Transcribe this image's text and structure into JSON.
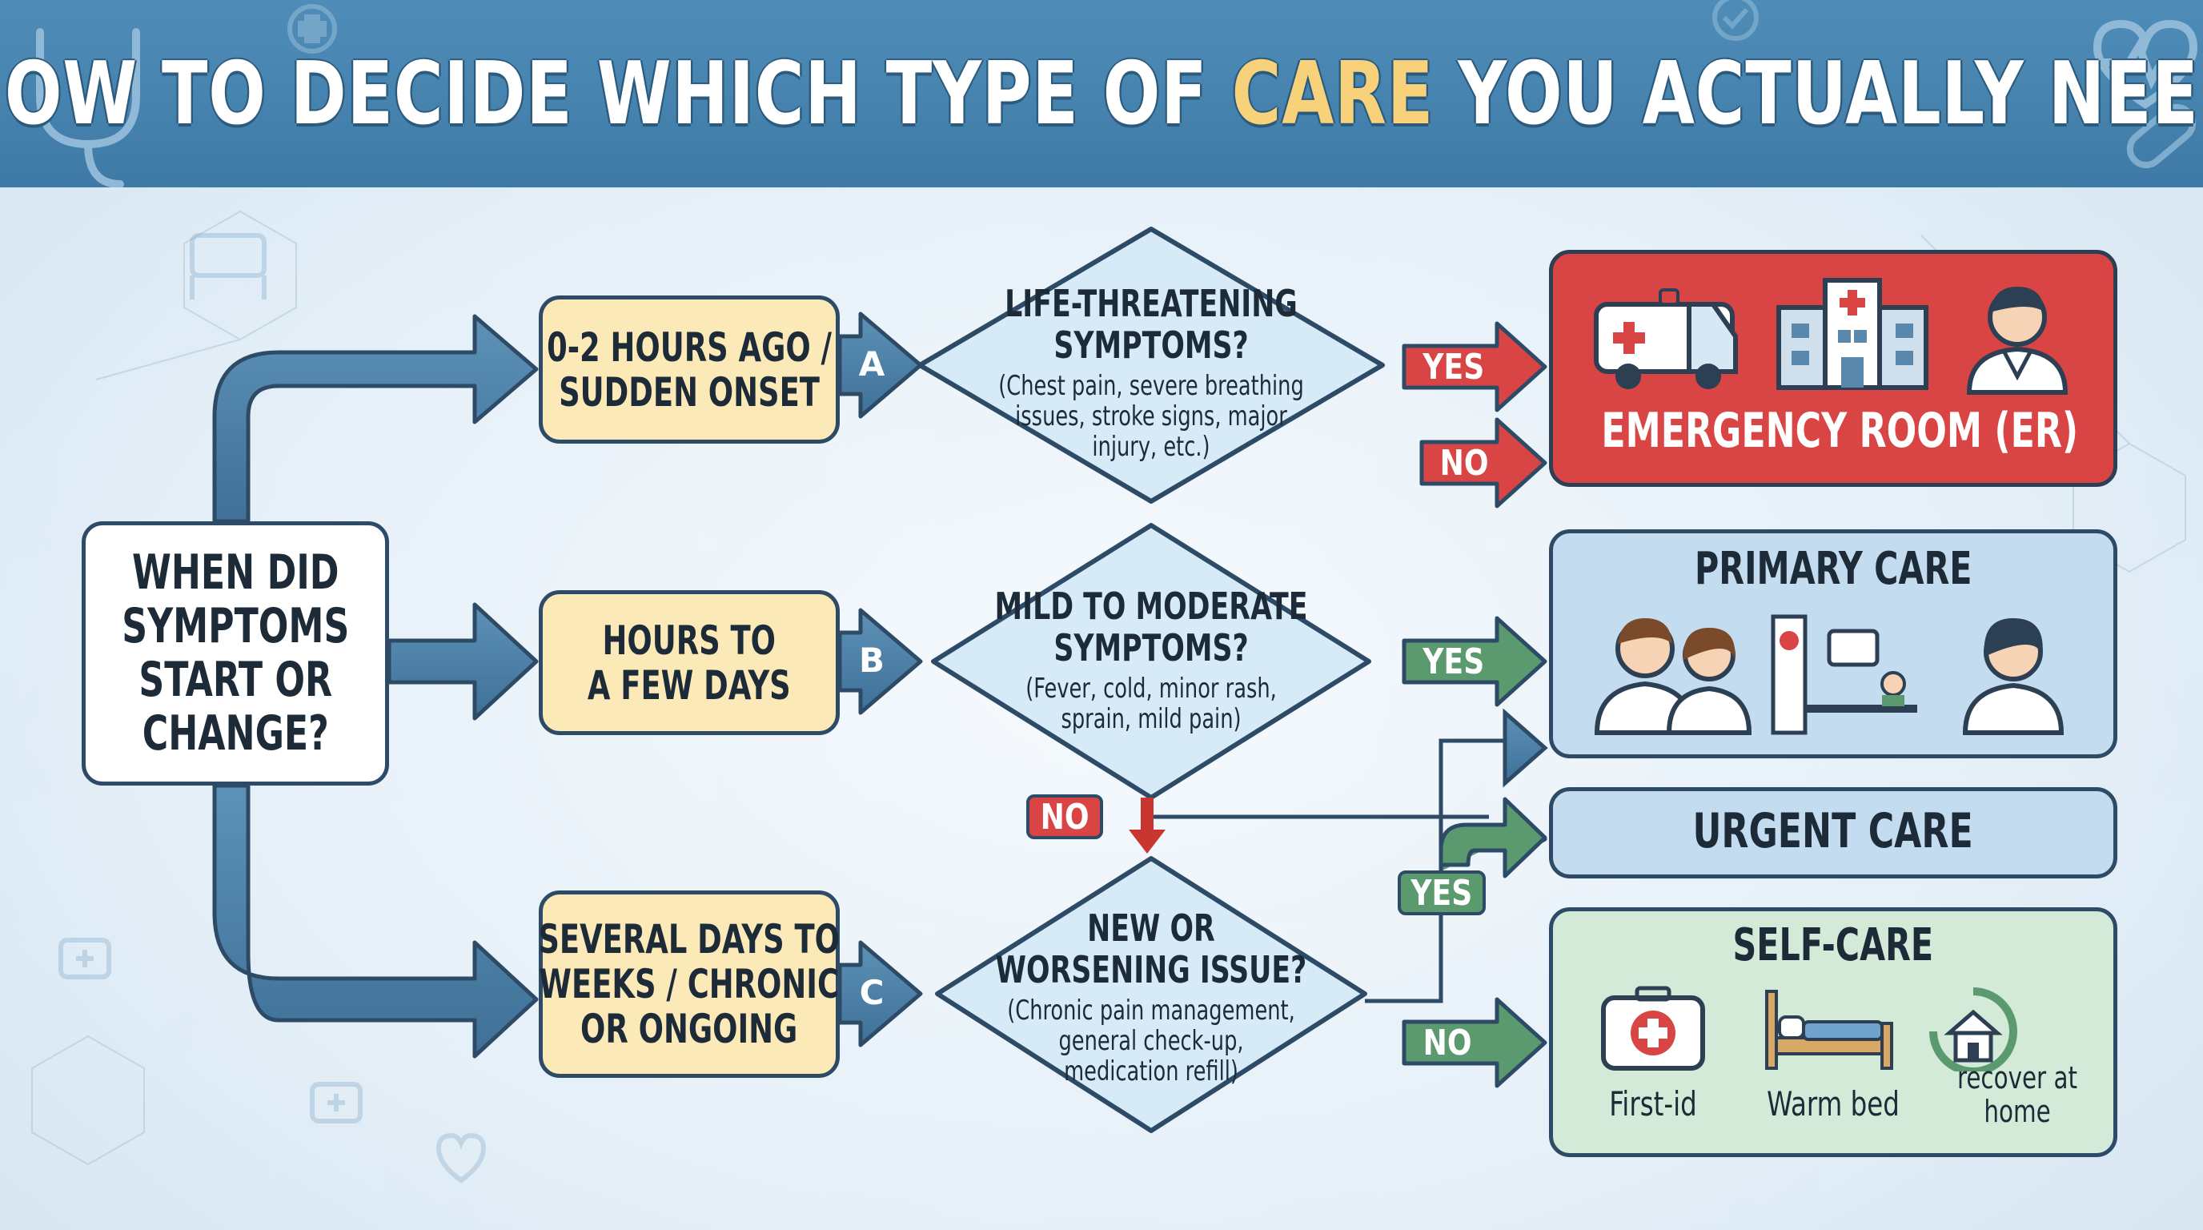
{
  "title": {
    "part1": "HOW TO DECIDE WHICH TYPE OF ",
    "highlight": "CARE",
    "part2": " YOU ACTUALLY NEED"
  },
  "start": {
    "lines": [
      "WHEN DID",
      "SYMPTOMS",
      "START OR",
      "CHANGE?"
    ]
  },
  "timeframes": [
    {
      "letter": "A",
      "lines": [
        "0-2 HOURS AGO /",
        "SUDDEN ONSET"
      ]
    },
    {
      "letter": "B",
      "lines": [
        "HOURS TO",
        "A FEW DAYS"
      ]
    },
    {
      "letter": "C",
      "lines": [
        "SEVERAL DAYS TO",
        "WEEKS / CHRONIC",
        "OR ONGOING"
      ]
    }
  ],
  "questions": [
    {
      "title": [
        "LIFE-THREATENING",
        "SYMPTOMS?"
      ],
      "detail": [
        "(Chest pain, severe breathing",
        "issues, stroke signs, major",
        "injury, etc.)"
      ]
    },
    {
      "title": [
        "MILD TO MODERATE",
        "SYMPTOMS?"
      ],
      "detail": [
        "(Fever, cold, minor rash,",
        "sprain, mild pain)"
      ]
    },
    {
      "title": [
        "NEW OR",
        "WORSENING ISSUE?"
      ],
      "detail": [
        "(Chronic pain management,",
        "general check-up,",
        "medication refill)"
      ]
    }
  ],
  "answers": {
    "yes": "YES",
    "no": "NO"
  },
  "outcomes": {
    "er": "EMERGENCY ROOM (ER)",
    "primary": "PRIMARY CARE",
    "urgent": "URGENT CARE",
    "self": "SELF-CARE",
    "self_items": [
      "First-id",
      "Warm bed",
      "recover at home"
    ]
  },
  "colors": {
    "header": "#4a87b3",
    "arrow_blue": "#4d7fa3",
    "yes_red": "#d94444",
    "yes_green": "#5b9a6e",
    "time_box": "#fce9b8",
    "diamond": "#d6eaf7",
    "er": "#d94444",
    "primary": "#c4dcf0",
    "self": "#d4ead8",
    "highlight": "#f7d27a"
  }
}
